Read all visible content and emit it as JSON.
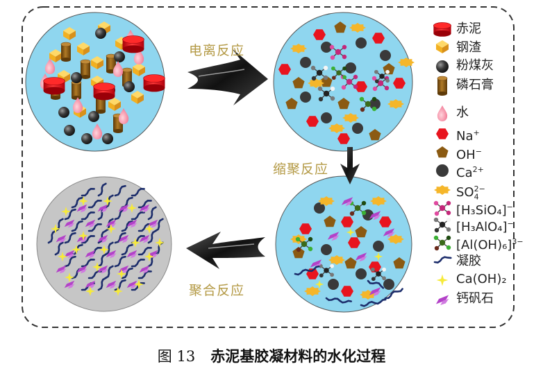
{
  "stages": {
    "ionization": "电离反应",
    "polycondensation": "缩聚反应",
    "polymerization": "聚合反应"
  },
  "legend": [
    {
      "icon": "red-cylinder-icon",
      "label": "赤泥"
    },
    {
      "icon": "yellow-cube-icon",
      "label": "钢渣"
    },
    {
      "icon": "dark-sphere-icon",
      "label": "粉煤灰"
    },
    {
      "icon": "brown-cylinder-icon",
      "label": "磷石膏"
    },
    {
      "icon": "water-drop-icon",
      "label": "水"
    },
    {
      "icon": "red-hexagon-icon",
      "label": "Na",
      "sup": "+"
    },
    {
      "icon": "brown-pentagon-icon",
      "label": "OH",
      "sup": "−"
    },
    {
      "icon": "dark-circle-icon",
      "label": "Ca",
      "sup": "2+"
    },
    {
      "icon": "yellow-star-burst-icon",
      "label": "SO",
      "sub": "4",
      "sup": "2−"
    },
    {
      "icon": "magenta-molecule-icon",
      "label": "[H₃SiO₄]",
      "sup": "−"
    },
    {
      "icon": "black-molecule-icon",
      "label": "[H₃AlO₄]",
      "sup": "−"
    },
    {
      "icon": "green-molecule-icon",
      "label": "[Al(OH)₆]",
      "sup": "3−"
    },
    {
      "icon": "navy-wave-icon",
      "label": "凝胶"
    },
    {
      "icon": "yellow-sparkle-icon",
      "label": "Ca(OH)₂"
    },
    {
      "icon": "purple-needle-icon",
      "label": "钙矾石"
    }
  ],
  "caption": {
    "number": "图 13",
    "title": "赤泥基胶凝材料的水化过程"
  },
  "colors": {
    "circle_fill": "#8fd6ef",
    "final_circle_fill": "#c6c6c6",
    "red_mud": "#e8141e",
    "steel_slag": "#f5b62a",
    "fly_ash": "#3a3a3a",
    "phosphogypsum": "#8b5a12",
    "water": "#f48aa0",
    "na": "#e8141e",
    "oh": "#8b5a12",
    "so4": "#f5b62a",
    "gel": "#1c2d6b",
    "caoh2": "#f6ea3a",
    "ettringite": "#b342c8",
    "label": "#b49a46"
  }
}
